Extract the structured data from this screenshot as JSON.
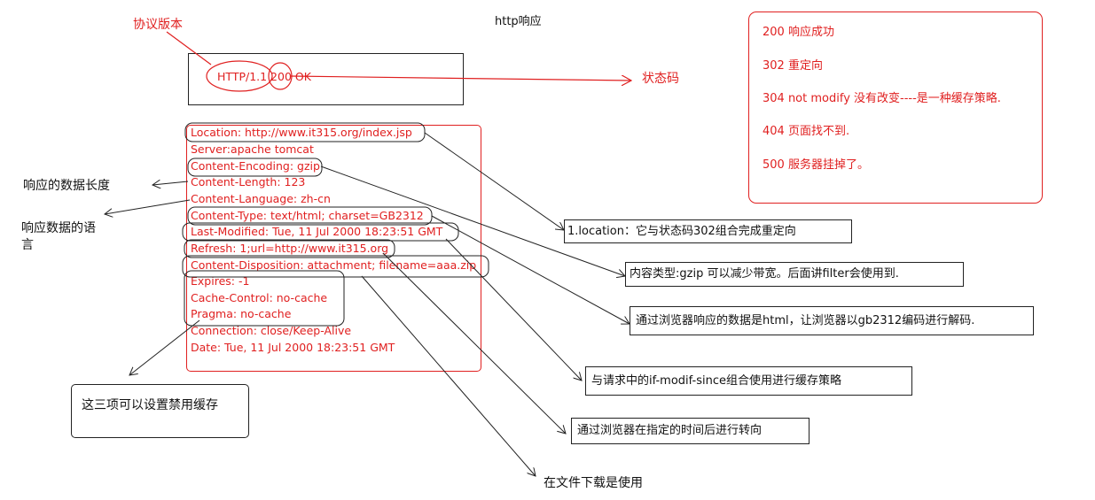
{
  "title": "http响应",
  "labels": {
    "protocol_version": "协议版本",
    "status_code": "状态码",
    "response_length": "响应的数据长度",
    "response_language_line1": "响应数据的语",
    "response_language_line2": "言"
  },
  "status_line": "HTTP/1.1 200 OK",
  "headers": [
    "Location: http://www.it315.org/index.jsp",
    "Server:apache tomcat",
    "Content-Encoding: gzip",
    "Content-Length: 123",
    "Content-Language: zh-cn",
    "Content-Type: text/html; charset=GB2312",
    "Last-Modified: Tue, 11 Jul 2000 18:23:51 GMT",
    "Refresh: 1;url=http://www.it315.org",
    "Content-Disposition: attachment; filename=aaa.zip",
    "Expires: -1",
    "Cache-Control: no-cache",
    "Pragma: no-cache",
    "Connection: close/Keep-Alive",
    "Date: Tue, 11 Jul 2000 18:23:51 GMT"
  ],
  "status_codes": [
    "200  响应成功",
    "302  重定向",
    "304  not modify  没有改变----是一种缓存策略.",
    "404  页面找不到.",
    "500  服务器挂掉了。"
  ],
  "notes": {
    "location": "1.location：它与状态码302组合完成重定向",
    "gzip": "内容类型:gzip 可以减少带宽。后面讲filter会使用到.",
    "content_type": "通过浏览器响应的数据是html，让浏览器以gb2312编码进行解码.",
    "last_modified": "与请求中的if-modif-since组合使用进行缓存策略",
    "refresh": "通过浏览器在指定的时间后进行转向",
    "disposition": "在文件下载是使用",
    "cache": "这三项可以设置禁用缓存"
  },
  "colors": {
    "accent": "#e02020",
    "text": "#111111",
    "line": "#222222"
  }
}
